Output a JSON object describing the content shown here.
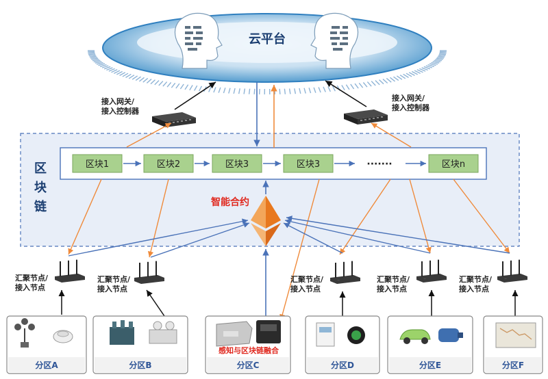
{
  "cloud": {
    "label": "云平台"
  },
  "gateways": [
    {
      "line1": "接入网关/",
      "line2": "接入控制器"
    },
    {
      "line1": "接入网关/",
      "line2": "接入控制器"
    }
  ],
  "chain": {
    "side_label": [
      "区",
      "块",
      "链"
    ],
    "blocks": [
      "区块1",
      "区块2",
      "区块3",
      "区块3",
      "区块n"
    ],
    "ellipsis": "·······",
    "contract_label": "智能合约"
  },
  "nodes": [
    {
      "line1": "汇聚节点/",
      "line2": "接入节点"
    },
    {
      "line1": "汇聚节点/",
      "line2": "接入节点"
    },
    {
      "line1": "汇聚节点/",
      "line2": "接入节点"
    },
    {
      "line1": "汇聚节点/",
      "line2": "接入节点"
    },
    {
      "line1": "汇聚节点/",
      "line2": "接入节点"
    }
  ],
  "partitions": [
    "分区A",
    "分区B",
    "分区C",
    "分区D",
    "分区E",
    "分区F"
  ],
  "fusion_label": "感知与区块链融合",
  "colors": {
    "blue_arrow": "#4a72b8",
    "orange_arrow": "#ef8a3a",
    "block_fill": "#a9d18e",
    "chain_bg": "#e8eef8",
    "partition_label": "#2f5597",
    "contract_red": "#e0281e",
    "cloud_blue": "#3e8fc8"
  }
}
